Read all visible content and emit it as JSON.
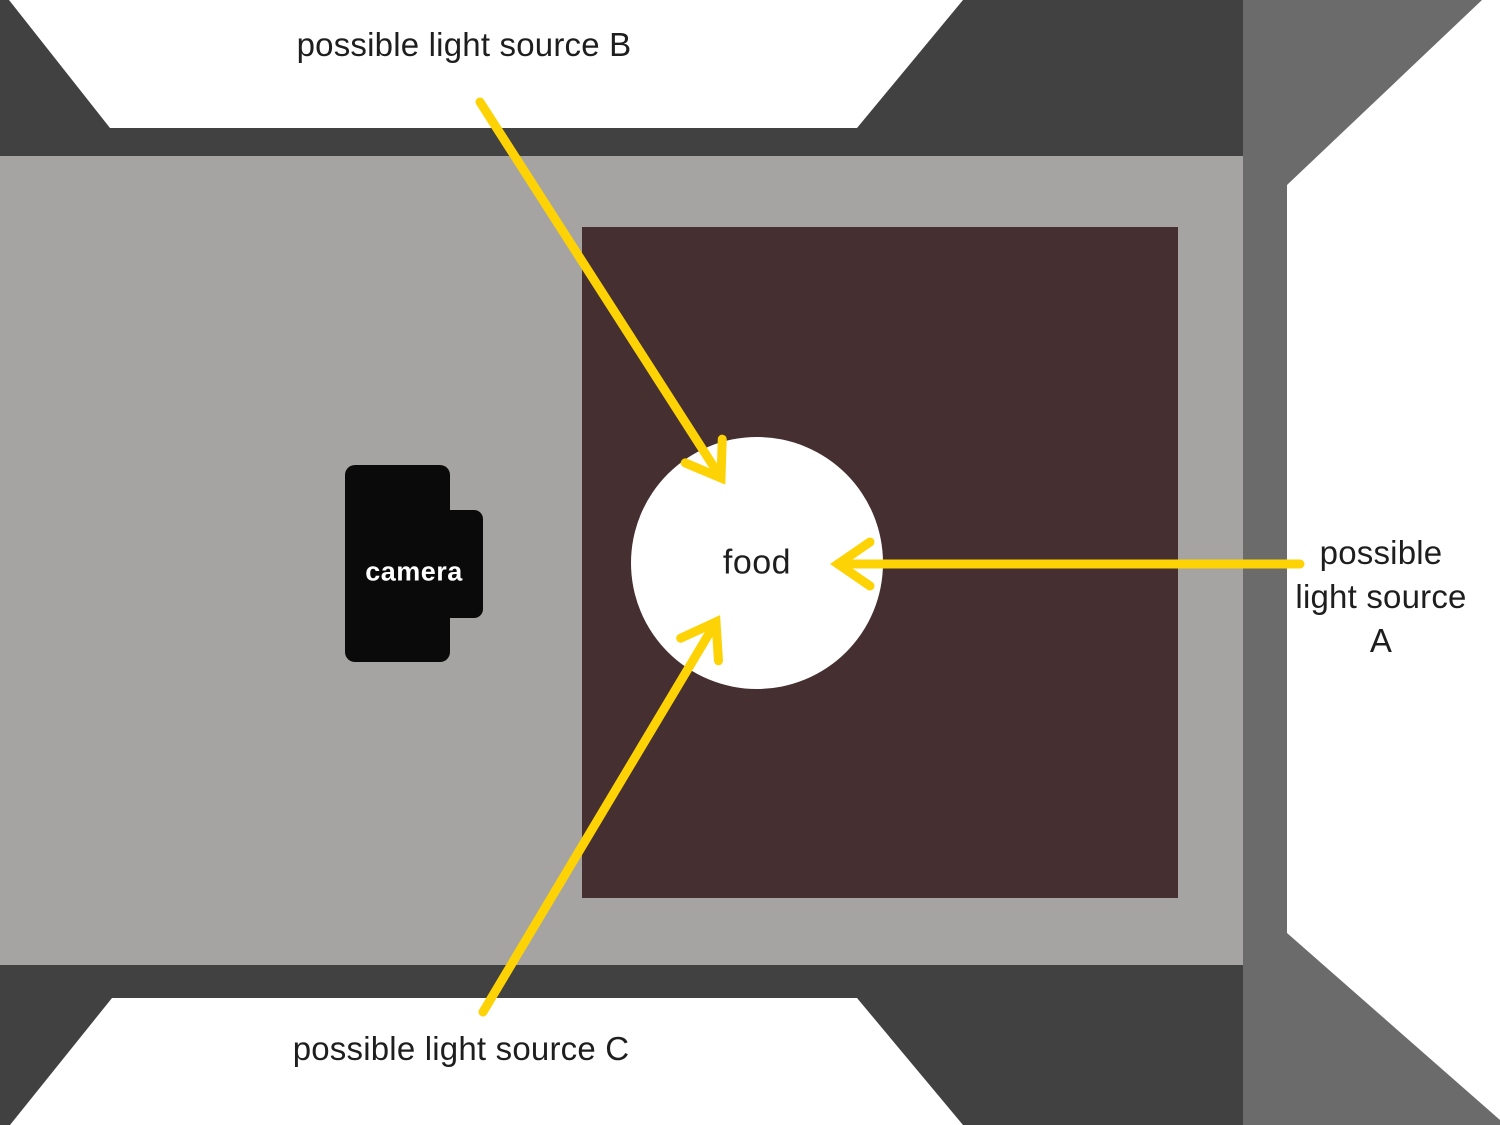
{
  "labels": {
    "source_b": "possible light source B",
    "source_c": "possible light source C",
    "source_a": {
      "lines": [
        "possible",
        "light source",
        "A"
      ]
    },
    "food": "food",
    "camera": "camera"
  },
  "colors": {
    "wall-dark": "#414141",
    "wall-right": "#6b6b6b",
    "floor-gray": "#a5a4a2",
    "table-brown": "#452f30",
    "window-white": "#ffffff",
    "arrow-yellow": "#fdd306",
    "label-text": "#1e1e1e",
    "camera-black": "#0a0a0a",
    "camera-text": "#ffffff"
  }
}
